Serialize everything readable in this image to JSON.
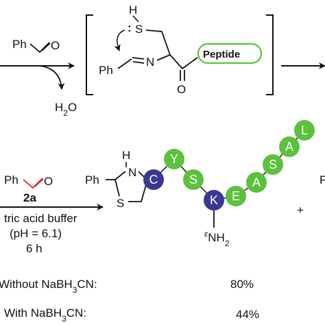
{
  "top_scheme": {
    "reagent_left": "Ph",
    "reagent_o": "O",
    "byproduct": "H",
    "byproduct_sub": "2",
    "byproduct_tail": "O",
    "thiol_h": "H",
    "thiol_s": "S",
    "lone_pair": ":",
    "imine_ph": "Ph",
    "imine_n": "N",
    "carbonyl_o": "O",
    "peptide": "Peptide"
  },
  "bottom_scheme": {
    "reagent_ph": "Ph",
    "reagent_o": "O",
    "reagent_label": "2a",
    "condition_1": "tric acid buffer",
    "condition_2": "(pH = 6.1)",
    "condition_3": "6 h",
    "product_ph": "Ph",
    "ring_h": "H",
    "ring_n": "N",
    "ring_s": "S",
    "lys_nh2_prefix": "ε",
    "lys_nh2": "NH",
    "lys_nh2_sub": "2",
    "plus": "+",
    "cut_letter": "F",
    "beads": [
      "C",
      "Y",
      "S",
      "K",
      "E",
      "A",
      "S",
      "A",
      "L"
    ]
  },
  "results": [
    {
      "label_pre": "Without NaBH",
      "label_sub": "3",
      "label_post": "CN:",
      "value": "80%"
    },
    {
      "label_pre": "With NaBH",
      "label_sub": "3",
      "label_post": "CN:",
      "value": "44%"
    }
  ],
  "colors": {
    "red": "#d0281e",
    "green_bead": "#5cc13c",
    "purple_bead": "#3b3891",
    "peptide_outline": "#5cc13c"
  }
}
